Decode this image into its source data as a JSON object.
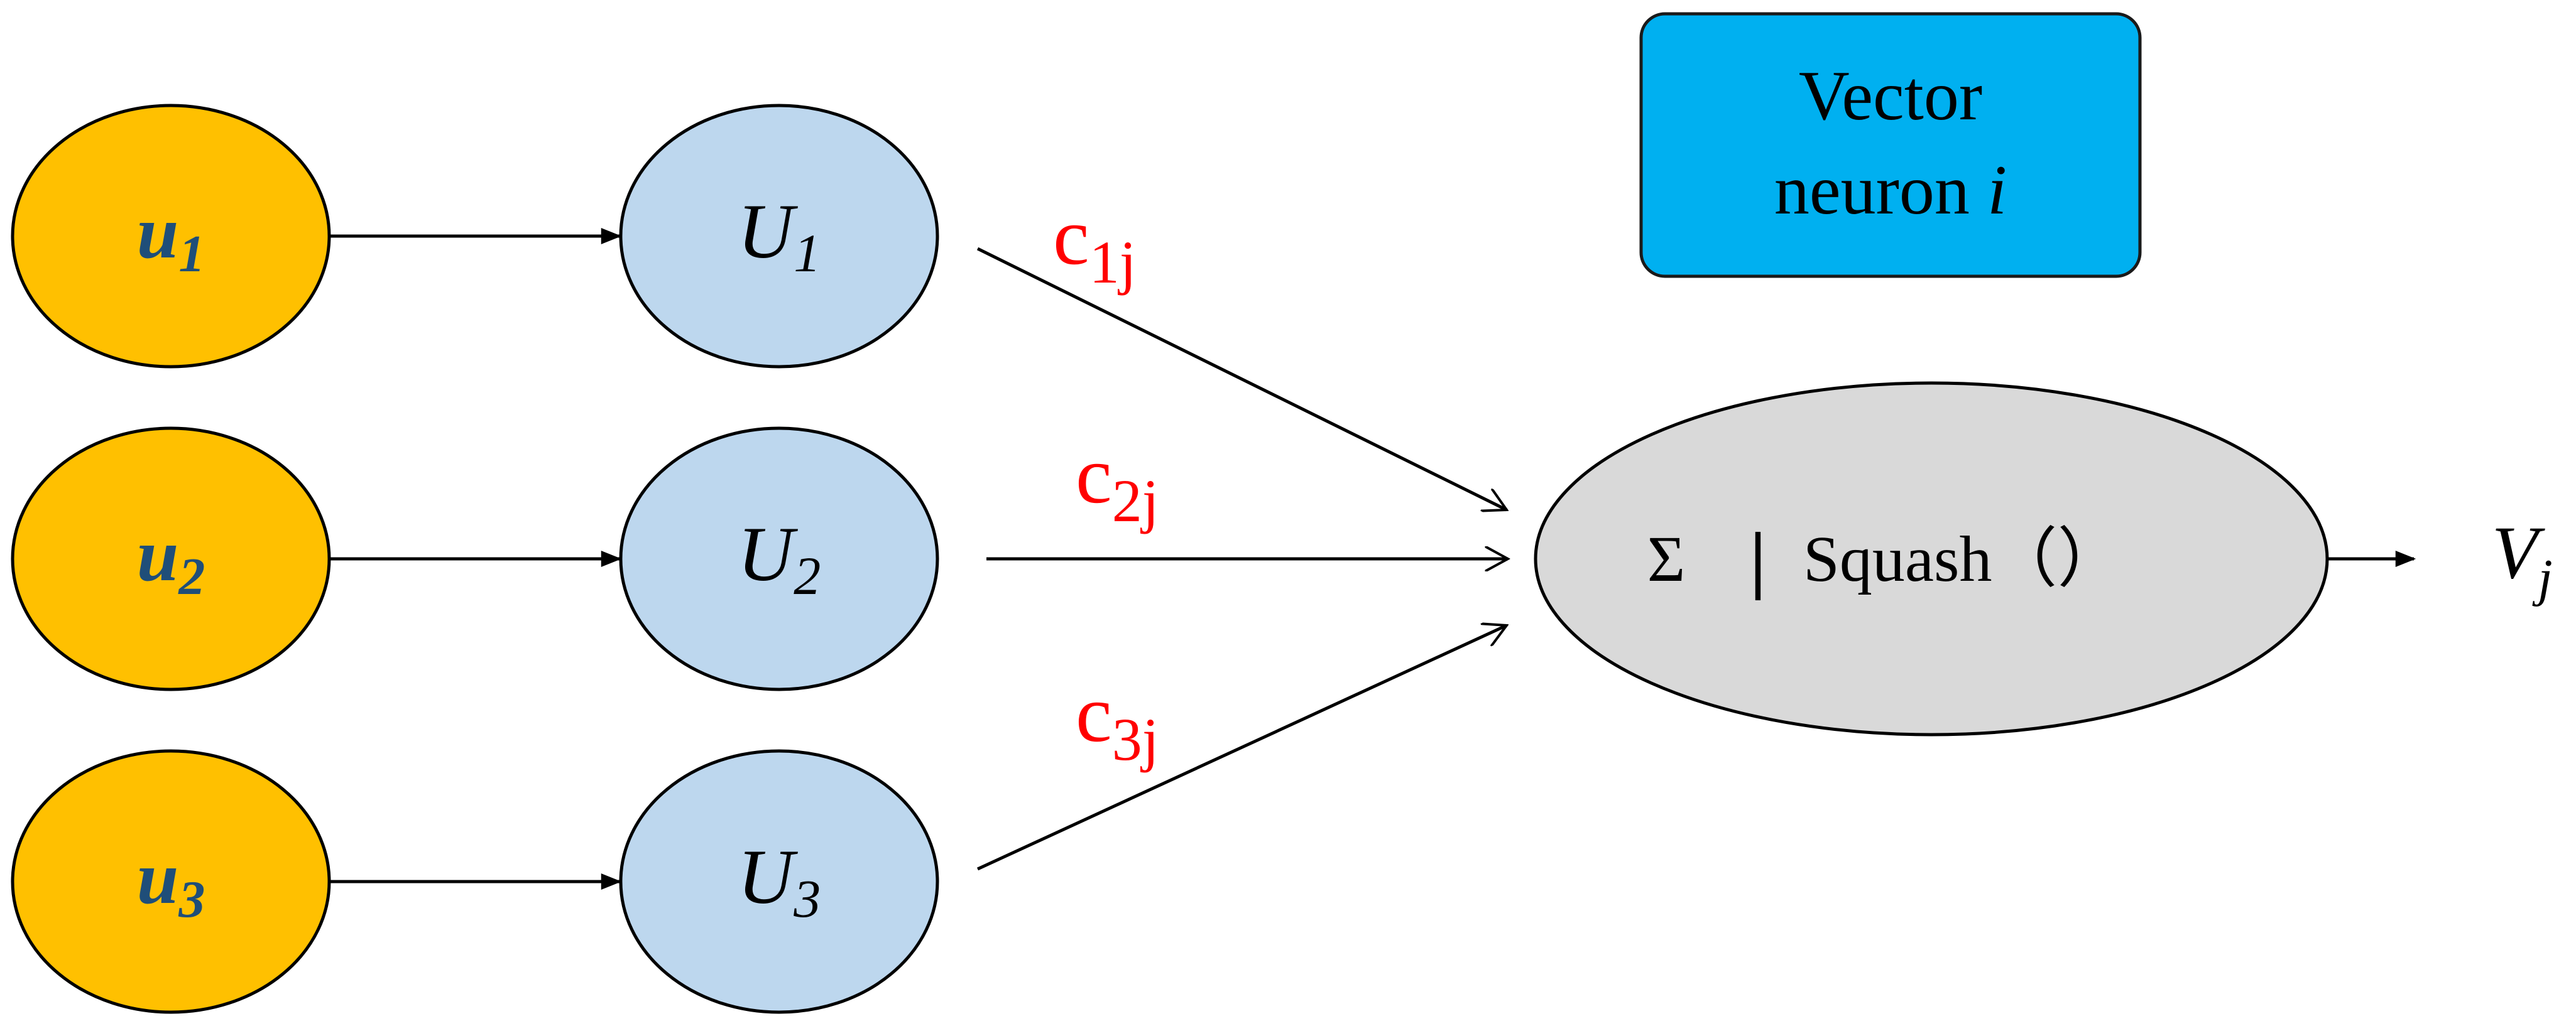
{
  "legend": {
    "line1": "Vector",
    "line2_main": "neuron ",
    "line2_italic": "i",
    "color": "#00b0f0"
  },
  "inputs": [
    {
      "base": "u",
      "sub": "1"
    },
    {
      "base": "u",
      "sub": "2"
    },
    {
      "base": "u",
      "sub": "3"
    }
  ],
  "predictions": [
    {
      "base": "U",
      "sub": "1"
    },
    {
      "base": "U",
      "sub": "2"
    },
    {
      "base": "U",
      "sub": "3"
    }
  ],
  "coupling": [
    {
      "base": "c",
      "sub": "1j"
    },
    {
      "base": "c",
      "sub": "2j"
    },
    {
      "base": "c",
      "sub": "3j"
    }
  ],
  "node": {
    "sigma": "Σ",
    "bar": "|",
    "label": "Squash（）"
  },
  "output": {
    "base": "V",
    "sub": "j"
  },
  "colors": {
    "input_fill": "#ffc000",
    "input_text": "#1f4e79",
    "prediction_fill": "#bdd7ee",
    "node_fill": "#d9d9d9",
    "coupling_text": "#ff0000",
    "stroke": "#000000"
  }
}
